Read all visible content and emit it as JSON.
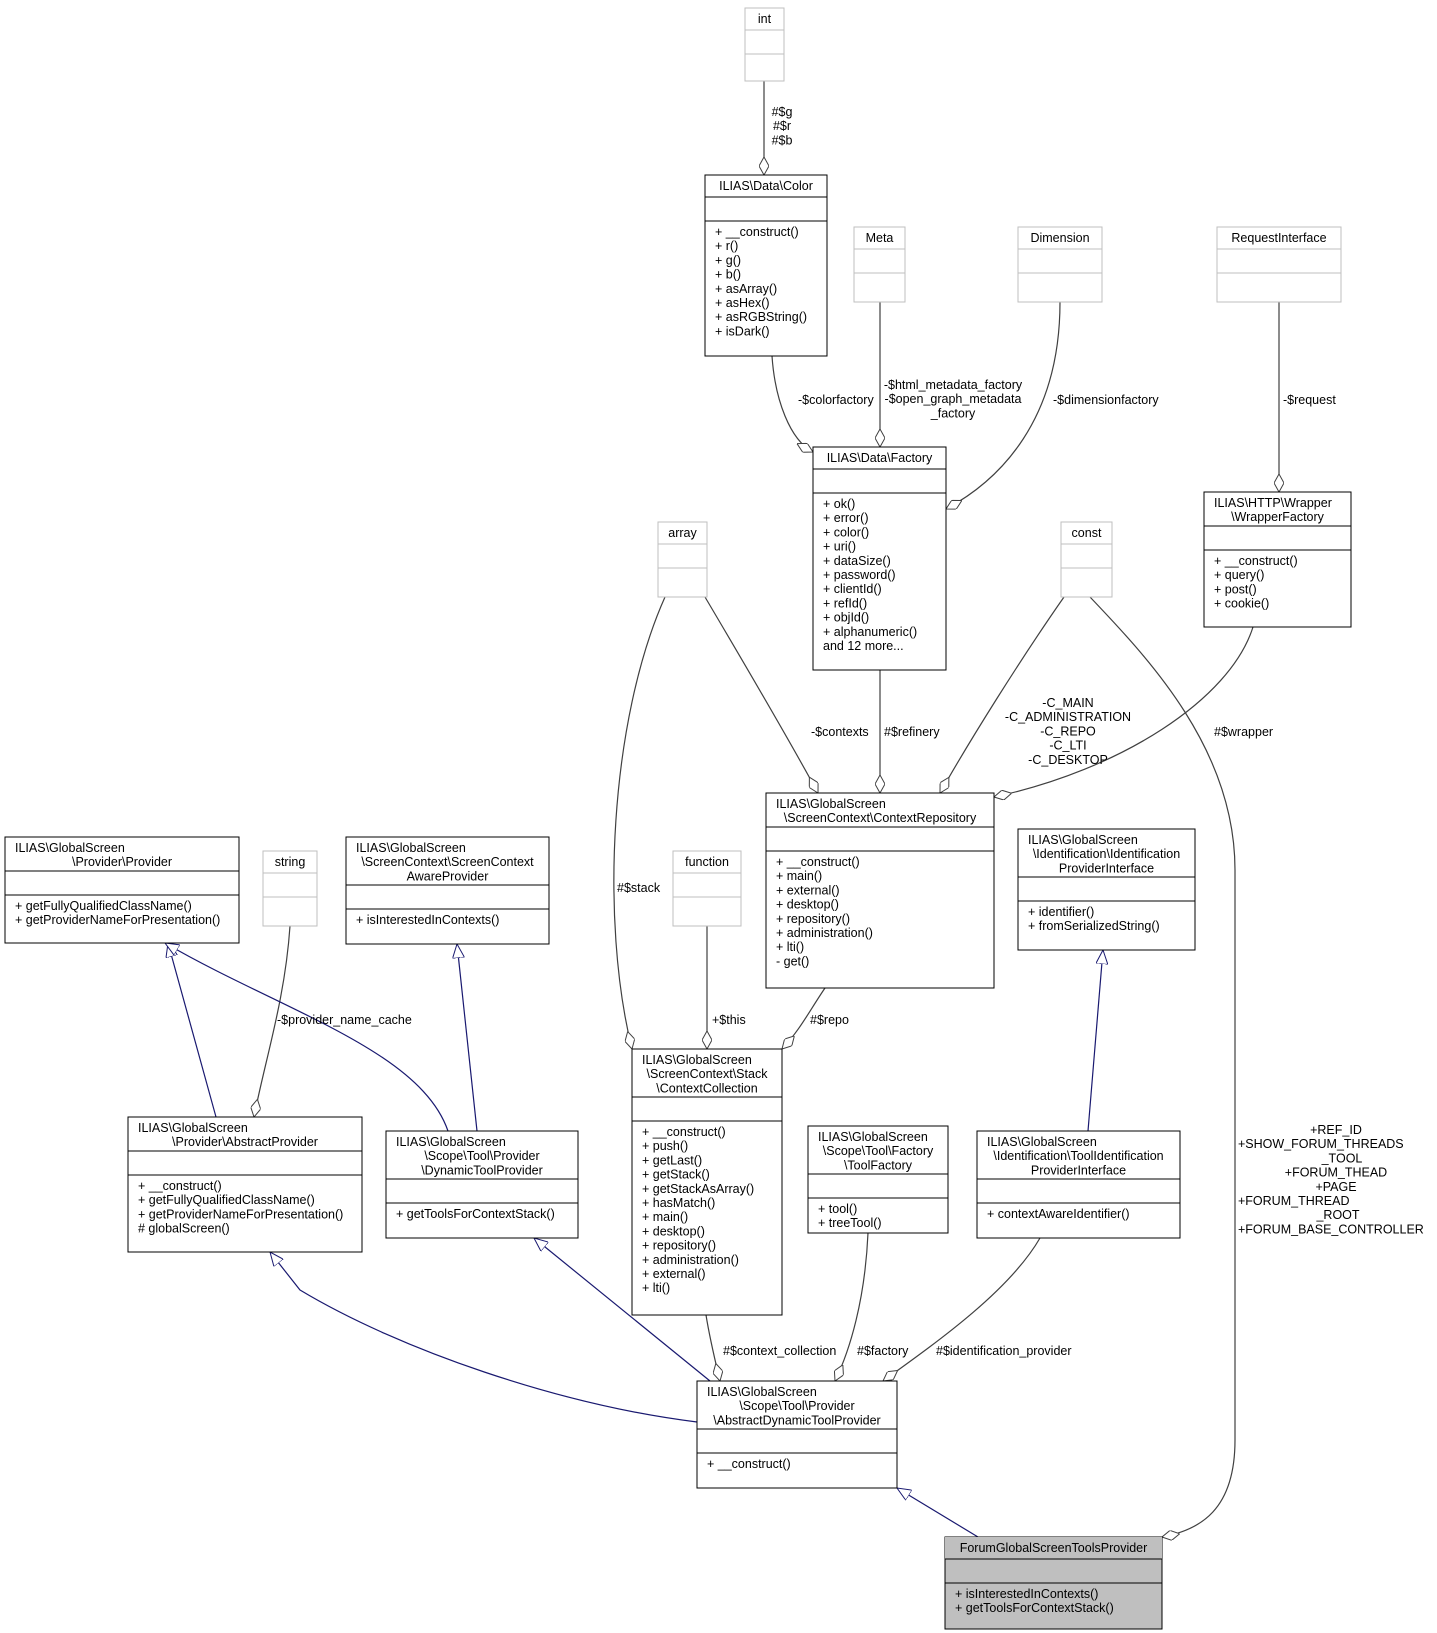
{
  "colors": {
    "class_border": "#000000",
    "external_border": "#bfbfbf",
    "focus_fill": "#bfbfbf",
    "inherit_edge": "#191970",
    "assoc_edge": "#404040"
  },
  "nodes": [
    {
      "id": "int",
      "title": [
        "int"
      ],
      "members": [],
      "external": true
    },
    {
      "id": "color",
      "title": [
        "ILIAS\\Data\\Color"
      ],
      "members": [
        "+ __construct()",
        "+ r()",
        "+ g()",
        "+ b()",
        "+ asArray()",
        "+ asHex()",
        "+ asRGBString()",
        "+ isDark()"
      ]
    },
    {
      "id": "meta",
      "title": [
        "Meta"
      ],
      "members": [],
      "external": true
    },
    {
      "id": "dimension",
      "title": [
        "Dimension"
      ],
      "members": [],
      "external": true
    },
    {
      "id": "requestinterface",
      "title": [
        "RequestInterface"
      ],
      "members": [],
      "external": true
    },
    {
      "id": "datafactory",
      "title": [
        "ILIAS\\Data\\Factory"
      ],
      "members": [
        "+ ok()",
        "+ error()",
        "+ color()",
        "+ uri()",
        "+ dataSize()",
        "+ password()",
        "+ clientId()",
        "+ refId()",
        "+ objId()",
        "+ alphanumeric()",
        "and 12 more..."
      ]
    },
    {
      "id": "wrapperfactory",
      "title": [
        "ILIAS\\HTTP\\Wrapper",
        "\\WrapperFactory"
      ],
      "members": [
        "+ __construct()",
        "+ query()",
        "+ post()",
        "+ cookie()"
      ]
    },
    {
      "id": "array",
      "title": [
        "array"
      ],
      "members": [],
      "external": true
    },
    {
      "id": "const",
      "title": [
        "const"
      ],
      "members": [],
      "external": true
    },
    {
      "id": "contextrepository",
      "title": [
        "ILIAS\\GlobalScreen",
        "\\ScreenContext\\ContextRepository"
      ],
      "members": [
        "+ __construct()",
        "+ main()",
        "+ external()",
        "+ desktop()",
        "+ repository()",
        "+ administration()",
        "+ lti()",
        "- get()"
      ]
    },
    {
      "id": "provider",
      "title": [
        "ILIAS\\GlobalScreen",
        "\\Provider\\Provider"
      ],
      "members": [
        "+ getFullyQualifiedClassName()",
        "+ getProviderNameForPresentation()"
      ]
    },
    {
      "id": "string",
      "title": [
        "string"
      ],
      "members": [],
      "external": true
    },
    {
      "id": "screencontextaware",
      "title": [
        "ILIAS\\GlobalScreen",
        "\\ScreenContext\\ScreenContext",
        "AwareProvider"
      ],
      "members": [
        "+ isInterestedInContexts()"
      ]
    },
    {
      "id": "function",
      "title": [
        "function"
      ],
      "members": [],
      "external": true
    },
    {
      "id": "identificationprovider",
      "title": [
        "ILIAS\\GlobalScreen",
        "\\Identification\\Identification",
        "ProviderInterface"
      ],
      "members": [
        "+ identifier()",
        "+ fromSerializedString()"
      ]
    },
    {
      "id": "contextcollection",
      "title": [
        "ILIAS\\GlobalScreen",
        "\\ScreenContext\\Stack",
        "\\ContextCollection"
      ],
      "members": [
        "+ __construct()",
        "+ push()",
        "+ getLast()",
        "+ getStack()",
        "+ getStackAsArray()",
        "+ hasMatch()",
        "+ main()",
        "+ desktop()",
        "+ repository()",
        "+ administration()",
        "+ external()",
        "+ lti()"
      ]
    },
    {
      "id": "abstractprovider",
      "title": [
        "ILIAS\\GlobalScreen",
        "\\Provider\\AbstractProvider"
      ],
      "members": [
        "+ __construct()",
        "+ getFullyQualifiedClassName()",
        "+ getProviderNameForPresentation()",
        "# globalScreen()"
      ]
    },
    {
      "id": "dynamictoolprovider",
      "title": [
        "ILIAS\\GlobalScreen",
        "\\Scope\\Tool\\Provider",
        "\\DynamicToolProvider"
      ],
      "members": [
        "+ getToolsForContextStack()"
      ]
    },
    {
      "id": "toolfactory",
      "title": [
        "ILIAS\\GlobalScreen",
        "\\Scope\\Tool\\Factory",
        "\\ToolFactory"
      ],
      "members": [
        "+ tool()",
        "+ treeTool()"
      ]
    },
    {
      "id": "toolidentification",
      "title": [
        "ILIAS\\GlobalScreen",
        "\\Identification\\ToolIdentification",
        "ProviderInterface"
      ],
      "members": [
        "+ contextAwareIdentifier()"
      ]
    },
    {
      "id": "abstractdynamictool",
      "title": [
        "ILIAS\\GlobalScreen",
        "\\Scope\\Tool\\Provider",
        "\\AbstractDynamicToolProvider"
      ],
      "members": [
        "+ __construct()"
      ]
    },
    {
      "id": "forumtools",
      "title": [
        "ForumGlobalScreenToolsProvider"
      ],
      "members": [
        "+ isInterestedInContexts()",
        "+ getToolsForContextStack()"
      ],
      "focus": true
    }
  ],
  "edge_labels": [
    {
      "id": "int-color",
      "lines": [
        "#$g",
        "#$r",
        "#$b"
      ]
    },
    {
      "id": "color-factory",
      "lines": [
        "-$colorfactory"
      ]
    },
    {
      "id": "meta-factory",
      "lines": [
        "-$html_metadata_factory",
        "-$open_graph_metadata",
        "_factory"
      ]
    },
    {
      "id": "dimension-factory",
      "lines": [
        "-$dimensionfactory"
      ]
    },
    {
      "id": "request-wrapper",
      "lines": [
        "-$request"
      ]
    },
    {
      "id": "array-repo",
      "lines": [
        "-$contexts"
      ]
    },
    {
      "id": "factory-repo",
      "lines": [
        "#$refinery"
      ]
    },
    {
      "id": "const-repo",
      "lines": [
        "-C_MAIN",
        "-C_ADMINISTRATION",
        "-C_REPO",
        "-C_LTI",
        "-C_DESKTOP"
      ]
    },
    {
      "id": "wrapper-repo",
      "lines": [
        "#$wrapper"
      ]
    },
    {
      "id": "array-collection",
      "lines": [
        "#$stack"
      ]
    },
    {
      "id": "string-abstract",
      "lines": [
        "-$provider_name_cache"
      ]
    },
    {
      "id": "function-collection",
      "lines": [
        "+$this"
      ]
    },
    {
      "id": "repo-collection",
      "lines": [
        "#$repo"
      ]
    },
    {
      "id": "collection-adtp",
      "lines": [
        "#$context_collection"
      ]
    },
    {
      "id": "toolfactory-adtp",
      "lines": [
        "#$factory"
      ]
    },
    {
      "id": "toolident-adtp",
      "lines": [
        "#$identification_provider"
      ]
    },
    {
      "id": "const-forum",
      "lines": [
        "+REF_ID",
        "+SHOW_FORUM_THREADS",
        "_TOOL",
        "+FORUM_THEAD",
        "+PAGE",
        "+FORUM_THREAD",
        "_ROOT",
        "+FORUM_BASE_CONTROLLER"
      ]
    }
  ]
}
